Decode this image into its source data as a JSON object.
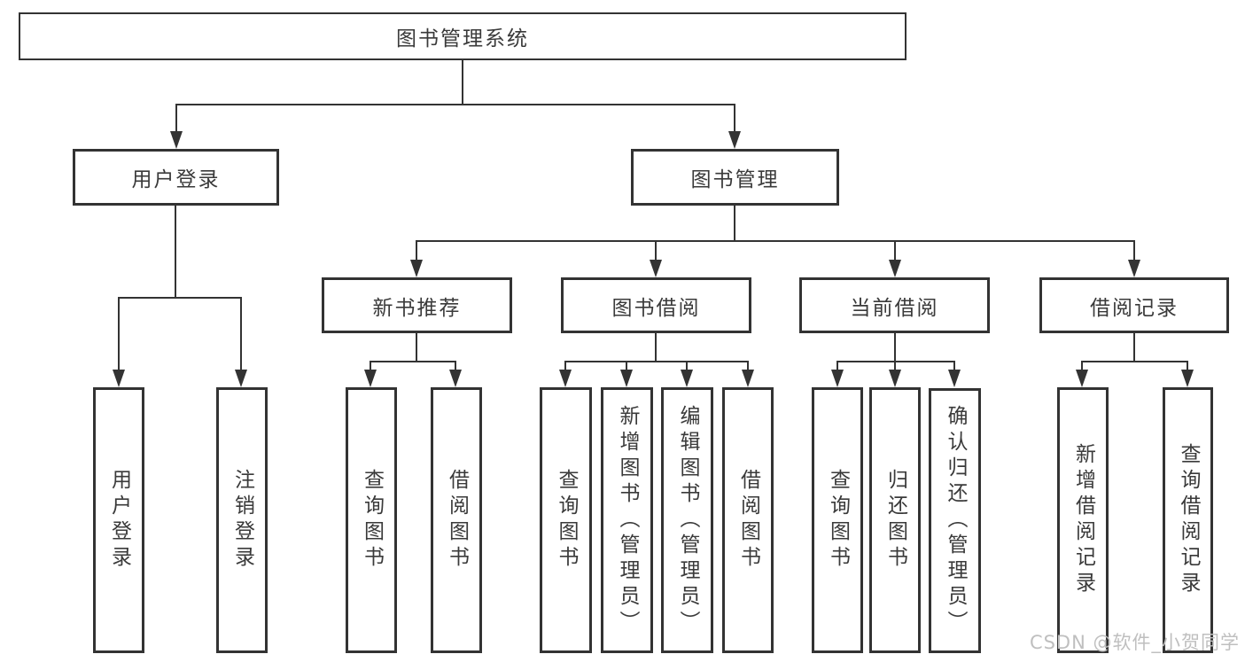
{
  "diagram": {
    "title": "图书管理系统",
    "root": {
      "label": "图书管理系统"
    },
    "level2": [
      {
        "label": "用户登录"
      },
      {
        "label": "图书管理"
      }
    ],
    "level3": [
      {
        "label": "新书推荐"
      },
      {
        "label": "图书借阅"
      },
      {
        "label": "当前借阅"
      },
      {
        "label": "借阅记录"
      }
    ],
    "leaves": {
      "user_login": [
        "用户登录",
        "注销登录"
      ],
      "new_book": [
        "查询图书",
        "借阅图书"
      ],
      "book_borrow": [
        "查询图书",
        "新增图书（管理员）",
        "编辑图书（管理员）",
        "借阅图书"
      ],
      "current_borrow": [
        "查询图书",
        "归还图书",
        "确认归还（管理员）"
      ],
      "borrow_records": [
        "新增借阅记录",
        "查询借阅记录"
      ]
    },
    "watermark": "CSDN @软件_小贺同学",
    "colors": {
      "line": "#333333",
      "text": "#3a3a3a",
      "watermark": "#bfbfbf",
      "background": "#ffffff"
    }
  }
}
